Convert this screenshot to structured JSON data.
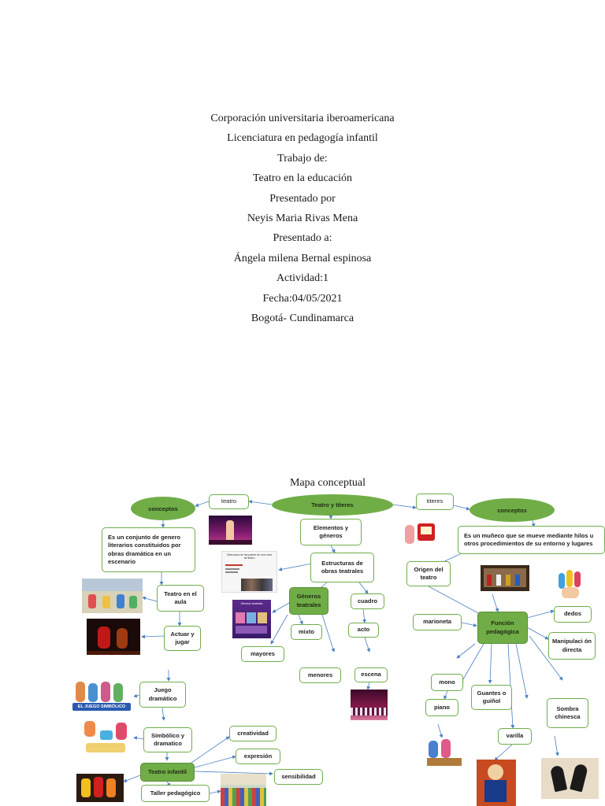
{
  "cover": {
    "institution": "Corporación universitaria iberoamericana",
    "program": "Licenciatura en pedagogía infantil",
    "work_label": "Trabajo de:",
    "subject": "Teatro en la educación",
    "presented_by_label": "Presentado por",
    "author": "Neyis Maria Rivas Mena",
    "presented_to_label": "Presentado a:",
    "teacher": "Ángela milena Bernal espinosa",
    "activity": "Actividad:1",
    "date": "Fecha:04/05/2021",
    "city": "Bogotá- Cundinamarca"
  },
  "map": {
    "title": "Mapa conceptual",
    "center": "Teatro y titeres",
    "teatro": "teatro",
    "titeres": "titeres",
    "conceptos_left": "conceptos",
    "conceptos_right": "conceptos",
    "def_teatro": "Es un conjunto de genero literarios constituidos por obras dramática en un escenario",
    "def_titeres": "Es un muñeco que se mueve mediante hilos u otros procedimientos de su entorno y lugares",
    "elementos": "Elementos y géneros",
    "estructuras": "Estructuras de obras teatrales",
    "generos": "Géneros teatrales",
    "cuadro": "cuadro",
    "mixto": "mixto",
    "acto": "acto",
    "mayores": "mayores",
    "menores": "menores",
    "escena": "escena",
    "teatro_aula": "Teatro en el aula",
    "actuar": "Actuar y jugar",
    "juego": "Juego dramático",
    "simbolico": "Simbólico y dramatico",
    "teatro_infantil": "Teatro infantil",
    "creatividad": "creatividad",
    "expresion": "expresión",
    "sensibilidad": "sensibilidad",
    "taller": "Taller pedagógico",
    "origen": "Origen del teatro",
    "funcion": "Función pedagógica",
    "marioneta": "marioneta",
    "dedos": "dedos",
    "manipulacion": "Manipulaci ón directa",
    "mono": "mono",
    "guantes": "Guantes o guiñol",
    "piano": "piano",
    "sombra": "Sombra chinesca",
    "varilla": "varilla",
    "pic_text_generos": "Géneros teatrales",
    "pic_text_estructura": "Estructura de las partes de una obra de teatro",
    "pic_text_juego": "EL JUEGO SIMBÓLICO"
  },
  "colors": {
    "node_border": "#6fae4a",
    "node_green": "#70ad47",
    "arrow": "#4a7fc1"
  }
}
